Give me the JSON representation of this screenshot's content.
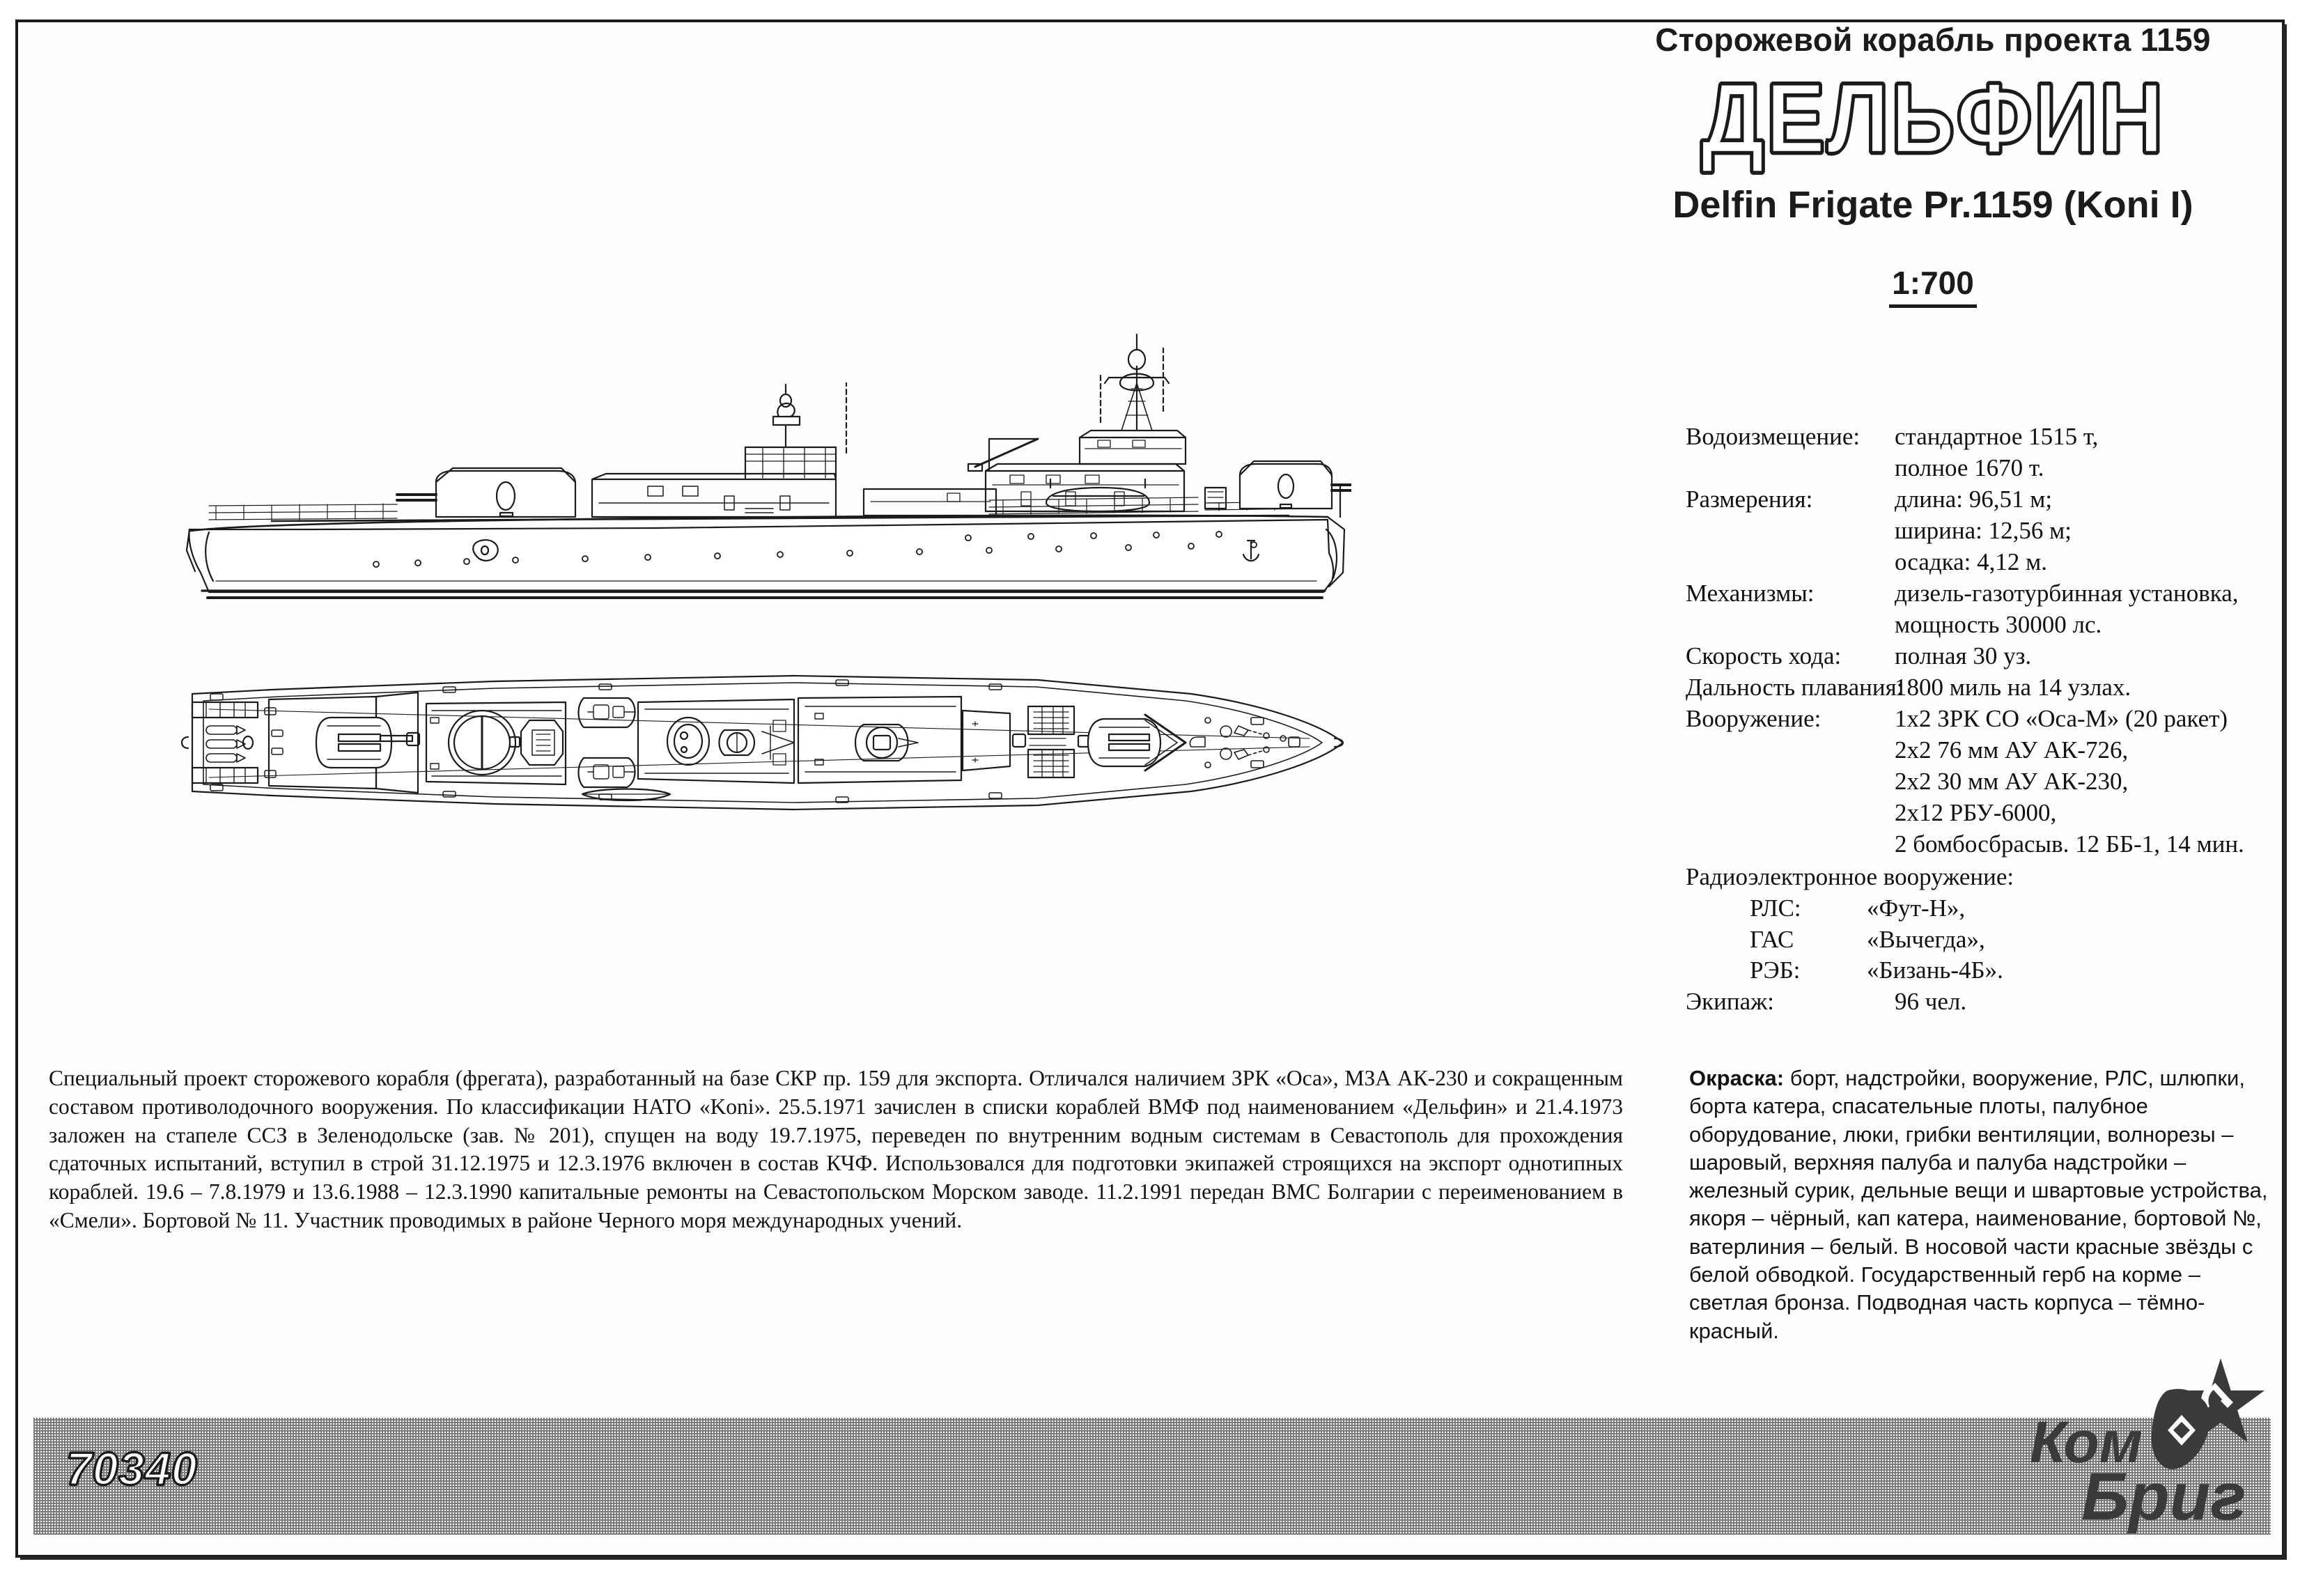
{
  "header": {
    "kicker": "Сторожевой корабль проекта 1159",
    "ship_name": "ДЕЛЬФИН",
    "subtitle": "Delfin Frigate Pr.1159 (Koni I)",
    "scale": "1:700"
  },
  "specs": {
    "displacement": {
      "label": "Водоизмещение:",
      "line1": "стандартное 1515 т,",
      "line2": "полное 1670 т."
    },
    "dimensions": {
      "label": "Размерения:",
      "length": "длина: 96,51 м;",
      "beam": "ширина: 12,56 м;",
      "draft": "осадка: 4,12 м."
    },
    "machinery": {
      "label": "Механизмы:",
      "line1": "дизель-газотурбинная установка,",
      "line2": "мощность 30000 лс."
    },
    "speed": {
      "label": "Скорость хода:",
      "value": "полная 30 уз."
    },
    "range": {
      "label": "Дальность плавания:",
      "value": "1800 миль на 14 узлах."
    },
    "armament": {
      "label": "Вооружение:",
      "items": [
        "1х2 ЗРК СО «Оса-М» (20 ракет)",
        "2х2 76 мм АУ АК-726,",
        "2х2 30 мм АУ АК-230,",
        "2х12 РБУ-6000,",
        "2 бомбосбрасыв. 12 ББ-1, 14 мин."
      ]
    },
    "electronics": {
      "label": "Радиоэлектронное вооружение:",
      "radar": {
        "label": "РЛС:",
        "value": "«Фут-Н»,"
      },
      "sonar": {
        "label": "ГАС",
        "value": "«Вычегда»,"
      },
      "ecm": {
        "label": "РЭБ:",
        "value": "«Бизань-4Б»."
      }
    },
    "crew": {
      "label": "Экипаж:",
      "value": "96 чел."
    }
  },
  "history": "Специальный проект сторожевого корабля (фрегата), разработанный на базе СКР пр. 159 для экспорта. Отличался наличием ЗРК «Оса», МЗА АК-230 и сокращенным составом противолодочного вооружения. По классификации НАТО «Koni». 25.5.1971 зачислен в списки кораблей ВМФ под наименованием «Дельфин» и 21.4.1973 заложен на стапеле ССЗ в Зеленодольске (зав. № 201), спущен на воду 19.7.1975, переведен по внутренним водным системам в Севастополь для прохождения сдаточных испытаний, вступил в строй 31.12.1975 и 12.3.1976 включен в состав КЧФ. Использовался для подготовки экипажей строящихся на экспорт однотипных кораблей. 19.6 – 7.8.1979 и 13.6.1988 – 12.3.1990 капитальные ремонты на Севастопольском Морском заводе. 11.2.1991 передан ВМС Болгарии с переименованием в «Смели». Бортовой № 11. Участник проводимых в районе Черного моря международных учений.",
  "paint": {
    "heading": "Окраска:",
    "body": " борт, надстройки, вооружение, РЛС, шлюпки, борта катера, спасательные плоты, палубное оборудование, люки, грибки вентиляции, волнорезы – шаровый, верхняя палуба и палуба надстройки – железный сурик, дельные вещи и швартовые устройства, якоря – чёрный, кап катера, наименование, бортовой №, ватерлиния – белый. В носовой части красные звёзды с белой обводкой. Государственный герб на корме – светлая бронза. Подводная часть корпуса – тёмно-красный."
  },
  "footer": {
    "kit_number": "70340",
    "brand_top": "Ком",
    "brand_bottom": "Бриг"
  },
  "drawings": {
    "profile_caption": "side-profile-view",
    "plan_caption": "top-plan-view"
  },
  "colors": {
    "ink": "#1b1b1b",
    "paper": "#ffffff",
    "halftone": "#6f6f6f"
  }
}
